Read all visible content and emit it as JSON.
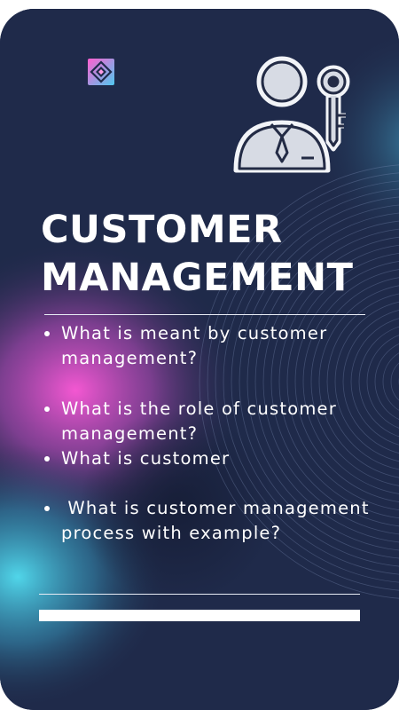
{
  "title": {
    "line1": "CUSTOMER",
    "line2": "MANAGEMENT"
  },
  "questions": [
    {
      "text": "What is meant by customer management?"
    },
    {
      "text": "What is the role of customer management?"
    },
    {
      "text": "What is customer"
    },
    {
      "text": " What is customer management process with example?"
    }
  ],
  "icons": {
    "logo": "brand-logo-icon",
    "hero": "user-with-key-icon"
  },
  "colors": {
    "background": "#1f2a4a",
    "pink_glow": "#ff4fd8",
    "cyan_glow": "#4fd6f0",
    "text": "#ffffff"
  }
}
